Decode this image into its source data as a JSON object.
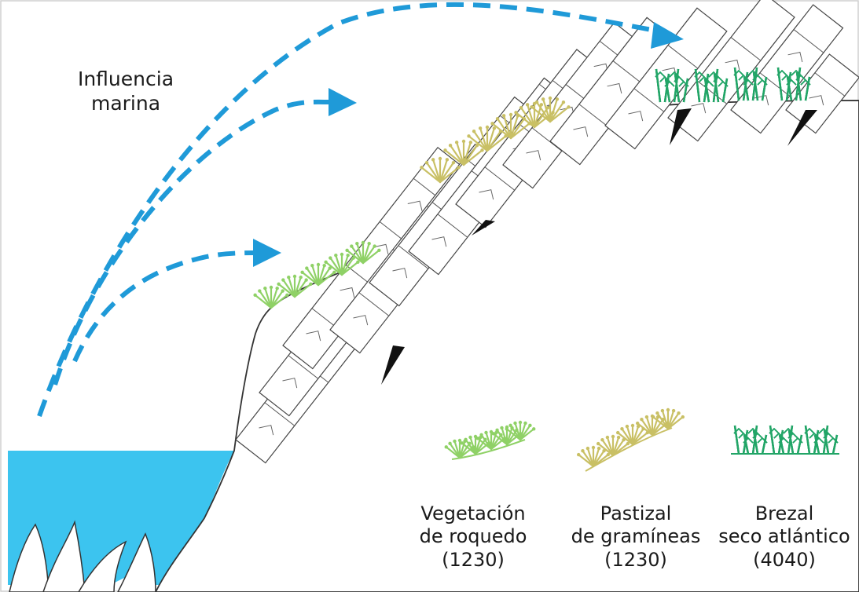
{
  "diagram": {
    "title_line1": "Influencia",
    "title_line2": "marina",
    "colors": {
      "sea": "#3cc4ef",
      "arrow": "#1f9ad8",
      "vegetation_rock": "#8fd166",
      "grassland": "#c9c065",
      "heath": "#22a567",
      "outline": "#333333"
    },
    "legend": [
      {
        "line1": "Vegetación",
        "line2": "de roquedo",
        "code": "(1230)",
        "icon": "rock-vegetation-icon"
      },
      {
        "line1": "Pastizal",
        "line2": "de gramíneas",
        "code": "(1230)",
        "icon": "grassland-icon"
      },
      {
        "line1": "Brezal",
        "line2": "seco atlántico",
        "code": "(4040)",
        "icon": "heath-icon"
      }
    ]
  }
}
